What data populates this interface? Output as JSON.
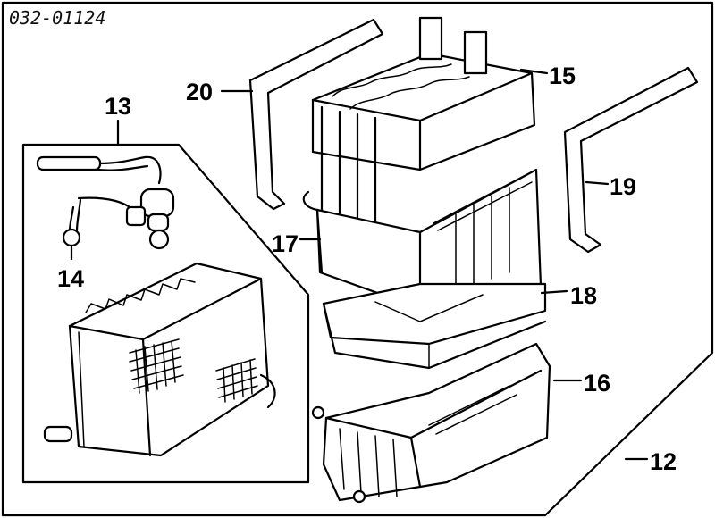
{
  "diagram": {
    "code": "032-01124",
    "callouts": {
      "c12": "12",
      "c13": "13",
      "c14": "14",
      "c15": "15",
      "c16": "16",
      "c17": "17",
      "c18": "18",
      "c19": "19",
      "c20": "20"
    }
  }
}
